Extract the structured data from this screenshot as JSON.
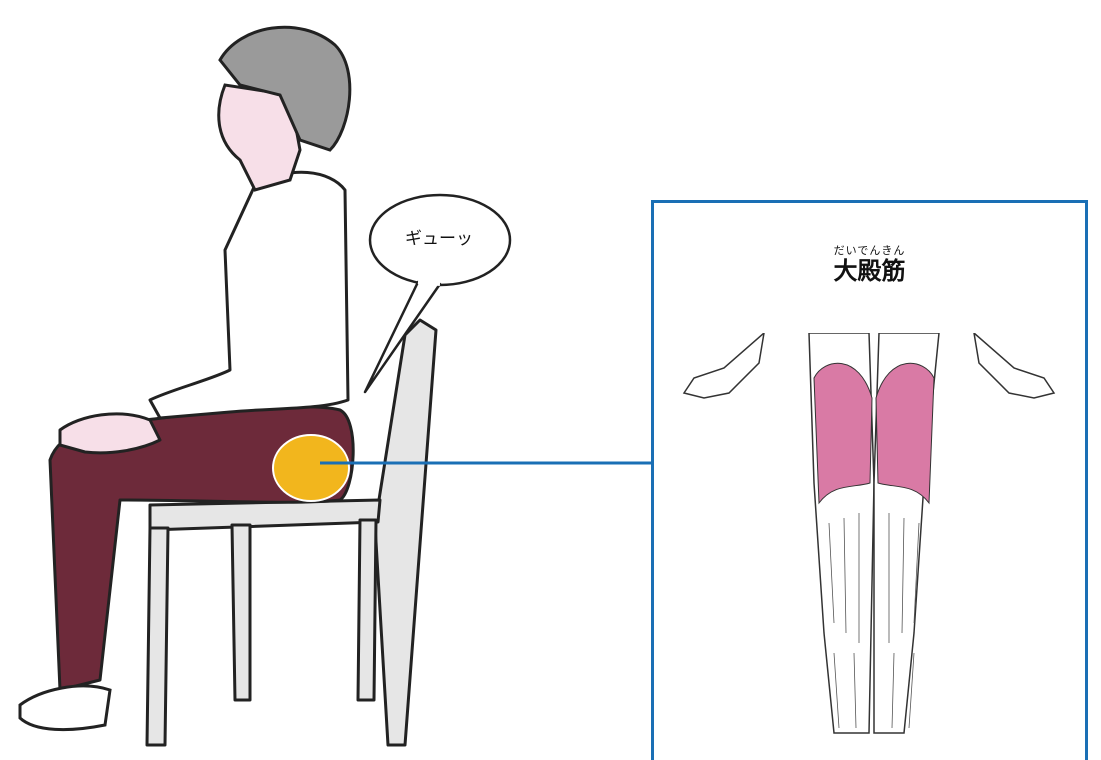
{
  "speech_bubble": {
    "text": "ギューッ"
  },
  "muscle_panel": {
    "reading": "だいでんきん",
    "name": "大殿筋"
  },
  "colors": {
    "panel_border": "#1a6fb5",
    "connector_line": "#1a6fb5",
    "highlight_spot": "#f2b61d",
    "pants": "#6d2a3a",
    "hair": "#9a9a9a",
    "skin": "#f7dfe8",
    "chair": "#e6e6e6",
    "muscle_highlight": "#d97aa5"
  },
  "icons": [
    "seated-person",
    "chair",
    "gluteus-spot",
    "anatomy-legs"
  ]
}
